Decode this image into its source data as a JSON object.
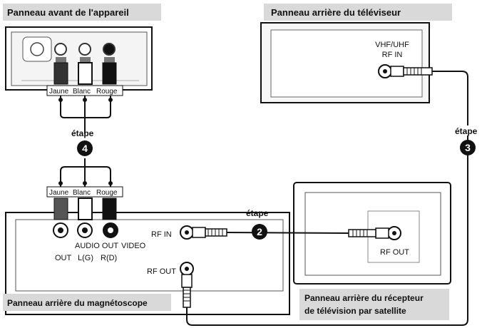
{
  "panels": {
    "device_front": "Panneau avant de l'appareil",
    "tv_rear": "Panneau arrière du téléviseur",
    "vcr_rear": "Panneau arrière du magnétoscope",
    "satellite_rear_line1": "Panneau arrière du récepteur",
    "satellite_rear_line2": "de télévision par satellite"
  },
  "connector_colors": {
    "yellow": "Jaune",
    "white": "Blanc",
    "red": "Rouge"
  },
  "steps": {
    "label": "étape",
    "step2": "2",
    "step3": "3",
    "step4": "4"
  },
  "tv": {
    "port_line1": "VHF/UHF",
    "port_line2": "RF IN"
  },
  "vcr": {
    "audio_out": "AUDIO OUT",
    "video": "VIDEO",
    "out": "OUT",
    "left": "L(G)",
    "right": "R(D)",
    "rf_in": "RF IN",
    "rf_out": "RF OUT"
  },
  "satellite": {
    "rf_out": "RF OUT"
  },
  "colors": {
    "ink": "#111111",
    "panel_fill": "#ffffff",
    "label_fill": "#d9d9d9",
    "tv_fill": "#f7f7f7"
  }
}
